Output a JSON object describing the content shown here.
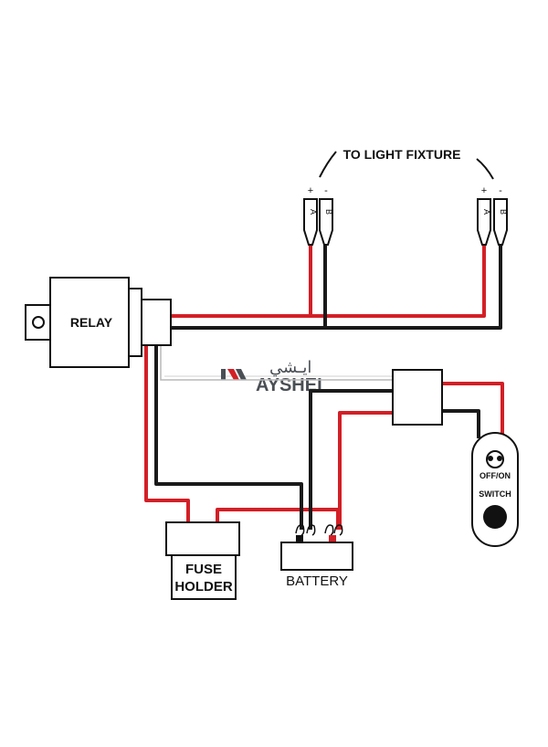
{
  "labels": {
    "light_fixture": "TO LIGHT FIXTURE",
    "relay": "RELAY",
    "fuse_line1": "FUSE",
    "fuse_line2": "HOLDER",
    "battery": "BATTERY",
    "switch_offon": "OFF/ON",
    "switch_name": "SWITCH",
    "plus": "+",
    "minus": "-",
    "terminal_a": "A",
    "terminal_b": "B"
  },
  "watermark": {
    "latin": "AYSHEI",
    "arabic": "ايـشي"
  },
  "colors": {
    "positive_wire": "#d31f26",
    "negative_wire": "#1a1a1a",
    "outline": "#111111",
    "watermark": "#4a4f55"
  }
}
